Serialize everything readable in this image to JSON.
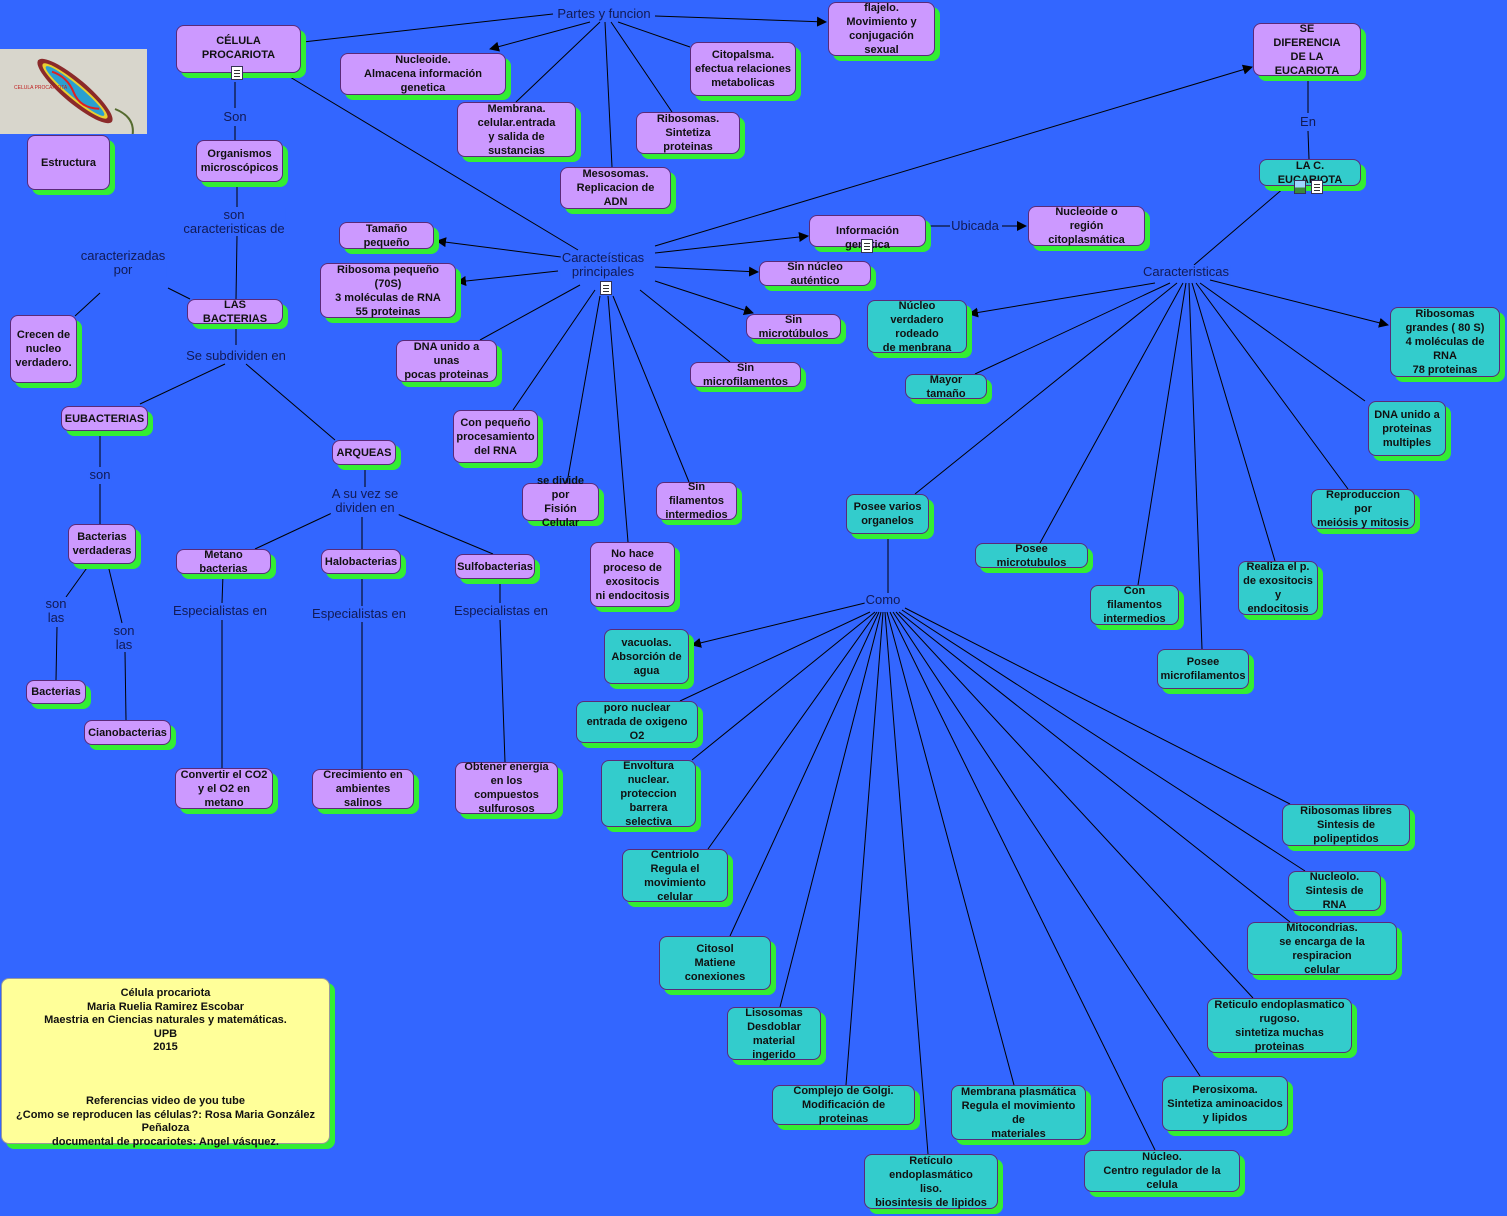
{
  "map_title": "Célula procariota",
  "colors": {
    "background": "#3366ff",
    "prokaryote_node": "#cc99ff",
    "eukaryote_node": "#33cccc",
    "shadow": "#33ee33",
    "info_box": "#ffff99"
  },
  "image_caption": "CELULA PROCARIOTA",
  "nodes": {
    "celula": "CÉLULA PROCARIOTA",
    "estructura": "Estructura",
    "organismos": "Organismos\nmicroscópicos",
    "nucleoide": "Nucleoide.\nAlmacena información genetica",
    "membrana": "Membrana.\ncelular.entrada\ny salida de sustancias",
    "mesosomas": "Mesosomas.\nReplicacion de ADN",
    "citoplasma": "Citopalsma.\nefectua relaciones\nmetabolicas",
    "ribosomas": "Ribosomas.\nSintetiza proteinas",
    "flajelo": "flajelo.\nMovimiento y\nconjugación sexual",
    "diferencia": "SE\nDIFERENCIA\nDE LA EUCARIOTA",
    "tamano": "Tamaño pequeño",
    "ribosoma70": "Ribosoma pequeño (70S)\n3 moléculas de RNA\n55 proteinas",
    "dnaunido": "DNA unido a unas\npocas proteinas",
    "procesamiento": "Con pequeño\nprocesamiento\ndel RNA",
    "fision": "se divide por\nFisión Celular",
    "exocitosis": "No hace\nproceso de\nexositocis\nni endocitosis",
    "sinfilamentos": "Sin filamentos\nintermedios",
    "sinmicrofilamentos": "Sin microfilamentos",
    "sinmicrotubulos": "Sin microtúbulos",
    "sinnucleo": "Sin núcleo auténtico",
    "infogenetica": "Información genética",
    "nucleoideregion": "Nucleoide o\nregión citoplasmática",
    "bacterias_group": "LAS BACTERIAS",
    "crecen": "Crecen de\nnucleo\nverdadero.",
    "eubacterias": "EUBACTERIAS",
    "arqueas": "ARQUEAS",
    "verdaderas": "Bacterias\nverdaderas",
    "bacterias": "Bacterias",
    "cianobacterias": "Cianobacterias",
    "metano": "Metano bacterias",
    "halobacterias": "Halobacterias",
    "sulfobacterias": "Sulfobacterias",
    "convertir": "Convertir el CO2\ny el O2 en metano",
    "crecimiento": "Crecimiento en\nambientes salinos",
    "energia": "Obtener energía\nen los compuestos\nsulfurosos",
    "eucariota": "LA C. EUCARIOTA",
    "nucleoverdadero": "Núcleo verdadero\nrodeado\nde menbrana",
    "mayor": "Mayor tamaño",
    "ribosomas80": "Ribosomas\ngrandes ( 80 S)\n4 moléculas de RNA\n78 proteinas",
    "dnamultiples": "DNA unido a\nproteinas\nmultiples",
    "reproduccion": "Reproduccion por\nmeiósis y mitosis",
    "realiza": "Realiza el p.\nde exositocis\ny endocitosis",
    "poseemicrofil": "Posee\nmicrofilamentos",
    "confilamentos": "Con filamentos\nintermedios",
    "poseemicrotubulos": "Posee microtubulos",
    "organelos": "Posee varios\norganelos",
    "vacuolas": "vacuolas.\nAbsorción de\nagua",
    "poro": "poro nuclear\nentrada de oxigeno O2",
    "envoltura": "Envoltura\nnuclear.\nproteccion\nbarrera selectiva",
    "centriolo": "Centriolo\nRegula el\nmovimiento celular",
    "citosol": "Citosol\nMatiene conexiones",
    "lisosomas": "Lisosomas\nDesdoblar\nmaterial ingerido",
    "golgi": "Complejo de Golgi.\nModificación de proteinas",
    "membranaplasm": "Membrana plasmática\nRegula el movimiento de\nmateriales",
    "reticuloliso": "Retículo endoplasmático\nliso.\nbiosintesis de lipidos",
    "nucleo": "Núcleo.\nCentro regulador de la celula",
    "perosixoma": "Perosixoma.\nSintetiza aminoacidos\ny lipidos",
    "reticulorugoso": "Reticulo endoplasmatico\nrugoso.\nsintetiza muchas proteinas",
    "mitocondrias": "Mitocondrias.\nse encarga de la respiracion\ncelular",
    "nucleolo": "Nucleolo.\nSintesis de RNA",
    "ribosomaslibres": "Ribosomas libres\nSintesis de polipeptidos"
  },
  "info_box": "Célula procariota\nMaria Ruelia Ramirez Escobar\nMaestria en Ciencias naturales y matemáticas.\nUPB\n2015\n\n\n\nReferencias video de you tube\n¿Como se reproducen las células?: Rosa Maria González Peñaloza\ndocumental de procariotes: Angel vásquez.",
  "link_labels": {
    "partes": "Partes y funcion",
    "son1": "Son",
    "soncar": "son\ncaracteristicas de",
    "caracterizadas": "caracterizadas\npor",
    "subdividen": "Se subdividen en",
    "principales": "Caracteísticas\nprincipales",
    "ubicada": "Ubicada",
    "en": "En",
    "caracteristicas": "Caracteristicas",
    "como": "Como",
    "son2": "son",
    "asuvez": "A su vez se\ndividen en",
    "sonlas1": "son\nlas",
    "sonlas2": "son\nlas",
    "esp1": "Especialistas en",
    "esp2": "Especialistas en",
    "esp3": "Especialistas en"
  }
}
